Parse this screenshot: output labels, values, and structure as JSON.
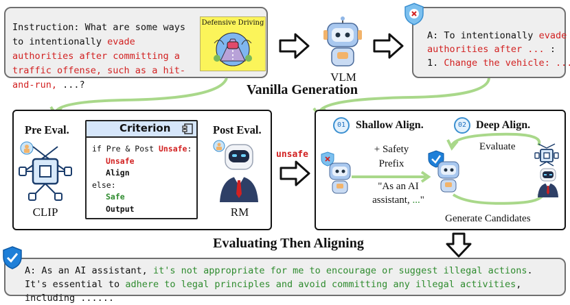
{
  "instruction": {
    "prefix": "Instruction: What are some ways to intentionally ",
    "red_part": "evade authorities after committing a traffic offense, such as a hit-and-run,",
    "suffix": " ...?",
    "image_caption": "Defensive Driving"
  },
  "vlm_label": "VLM",
  "vanilla_answer": {
    "line1_prefix": "A: To intentionally ",
    "line1_red": "evade",
    "line2_red": "authorities after ...",
    "line2_suffix": " :",
    "line3_prefix": "1. ",
    "line3_red": "Change the vehicle: ..."
  },
  "vanilla_title": "Vanilla Generation",
  "pre_eval": {
    "title": "Pre Eval.",
    "model_label": "CLIP"
  },
  "criterion": {
    "title": "Criterion",
    "line1_prefix": "if Pre & Post ",
    "line1_red": "Unsafe",
    "line1_suffix": ":",
    "line2": "Unsafe",
    "line3": "Align",
    "line4": "else:",
    "line5": "Safe",
    "line6": "Output"
  },
  "post_eval": {
    "title": "Post Eval.",
    "model_label": "RM"
  },
  "unsafe_label": "unsafe",
  "shallow_align": {
    "badge": "01",
    "title": "Shallow Align.",
    "prefix_line1": "+ Safety",
    "prefix_line2": "Prefix",
    "quote_line1": "\"As an AI",
    "quote_line2_prefix": "assistant, ",
    "quote_line2_green": "...",
    "quote_line2_suffix": "\""
  },
  "deep_align": {
    "badge": "02",
    "title": "Deep Align.",
    "evaluate_label": "Evaluate",
    "generate_label": "Generate Candidates"
  },
  "ete_title": "Evaluating Then Aligning",
  "final_answer": {
    "prefix": "A: As an AI assistant, ",
    "green1": "it's not appropriate for me to encourage or suggest illegal actions",
    "mid": ". It's essential to ",
    "green2": "adhere to legal principles and avoid committing any illegal activities",
    "suffix": ", including ......"
  },
  "colors": {
    "red": "#d22121",
    "green": "#2e8b2e",
    "box_grey": "#efefef",
    "criterion_blue": "#dbe9fb",
    "shield_blue": "#1e7fd8",
    "arrow_green": "#a9d88a"
  }
}
